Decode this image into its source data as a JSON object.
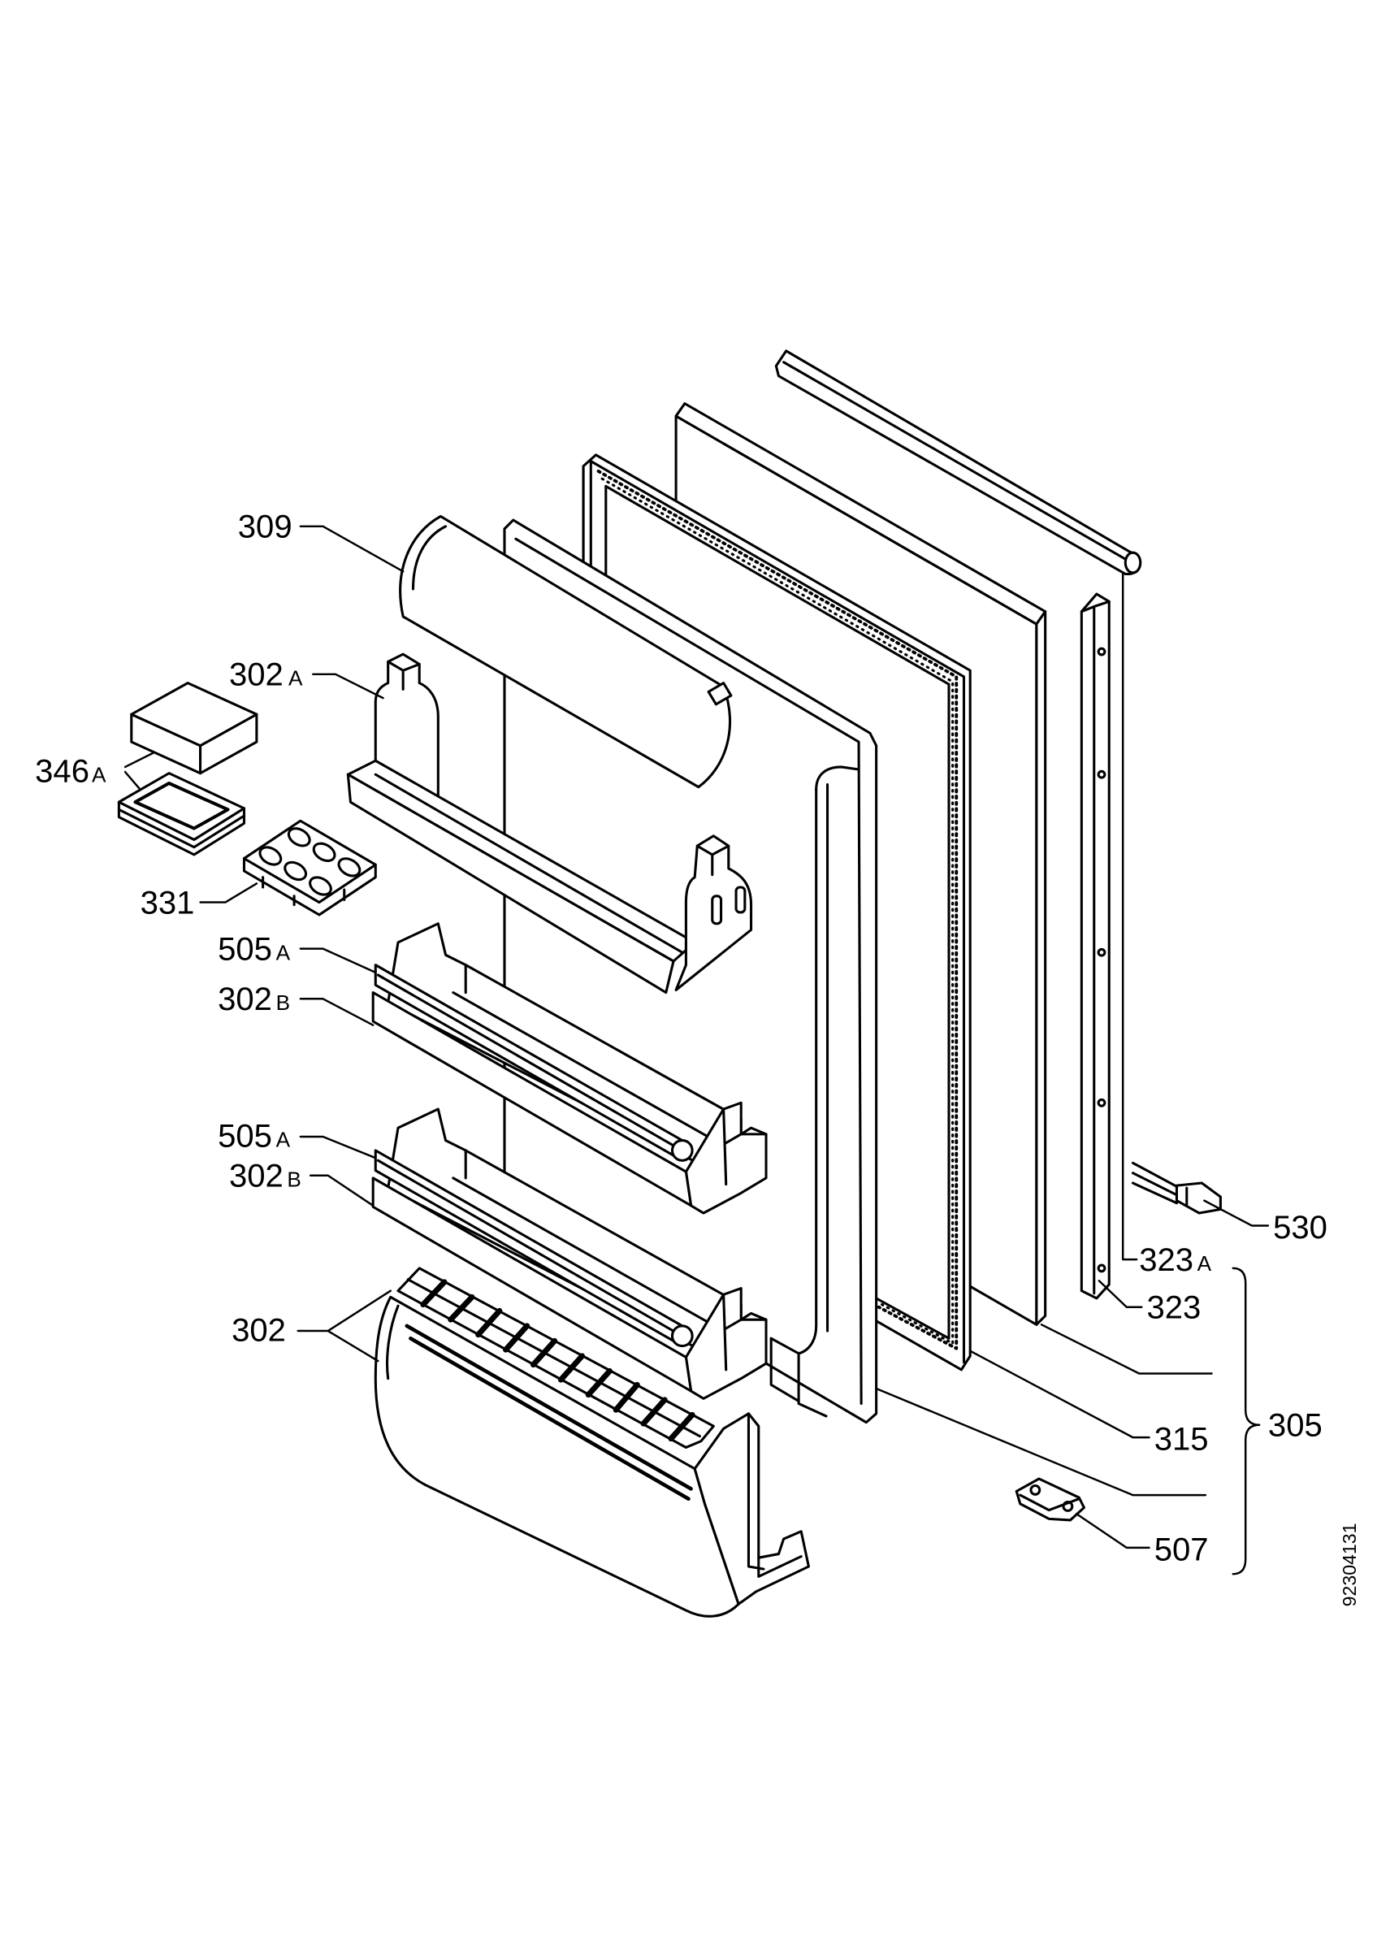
{
  "colors": {
    "line": "#000000",
    "background": "#ffffff"
  },
  "callouts": [
    {
      "number": "309"
    },
    {
      "number": "302",
      "suffix": "A"
    },
    {
      "number": "346",
      "suffix": "A"
    },
    {
      "number": "331"
    },
    {
      "number": "505",
      "suffix": "A"
    },
    {
      "number": "302",
      "suffix": "B"
    },
    {
      "number": "505",
      "suffix": "A"
    },
    {
      "number": "302",
      "suffix": "B"
    },
    {
      "number": "302"
    },
    {
      "number": "530"
    },
    {
      "number": "323",
      "suffix": "A"
    },
    {
      "number": "323"
    },
    {
      "number": "315"
    },
    {
      "number": "305"
    },
    {
      "number": "507"
    }
  ],
  "drawing_number": "92304131"
}
